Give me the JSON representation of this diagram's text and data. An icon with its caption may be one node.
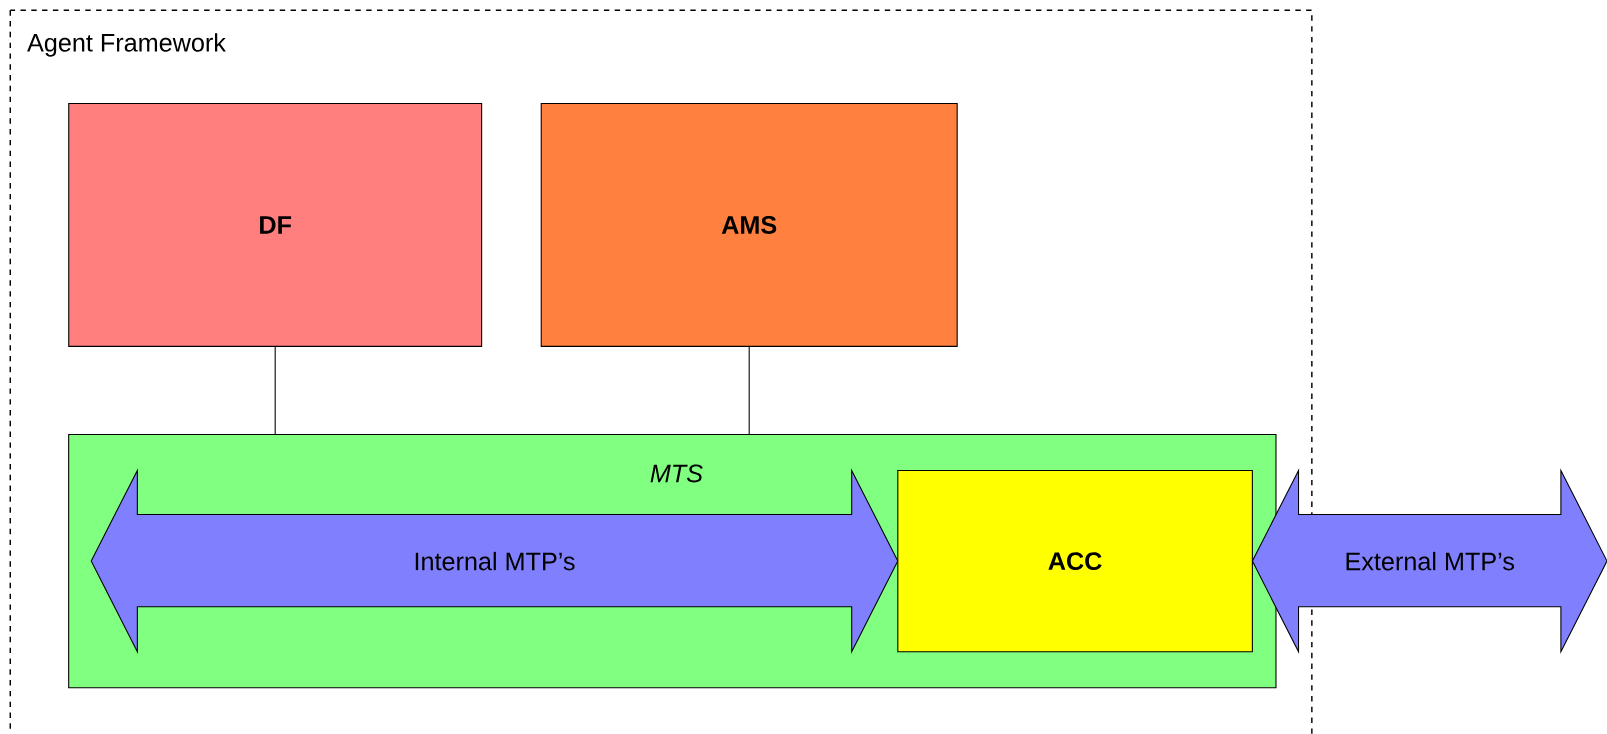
{
  "diagram": {
    "nodes": [
      {
        "text": [
          "Agent Framework"
        ]
      },
      {
        "text": [
          "DF"
        ],
        "in": 0
      },
      {
        "text": [
          "AMS"
        ],
        "in": 0
      },
      {
        "text": [
          "MTS"
        ],
        "in": 0
      },
      {
        "text": [
          "Internal MTP’s"
        ],
        "in": 3
      },
      {
        "text": [
          "ACC"
        ],
        "in": 3
      },
      {
        "text": [
          "External MTP’s"
        ]
      }
    ],
    "edges": [
      {
        "from": 1,
        "to": 3,
        "arrow": "none"
      },
      {
        "from": 2,
        "to": 3,
        "arrow": "none"
      }
    ]
  }
}
